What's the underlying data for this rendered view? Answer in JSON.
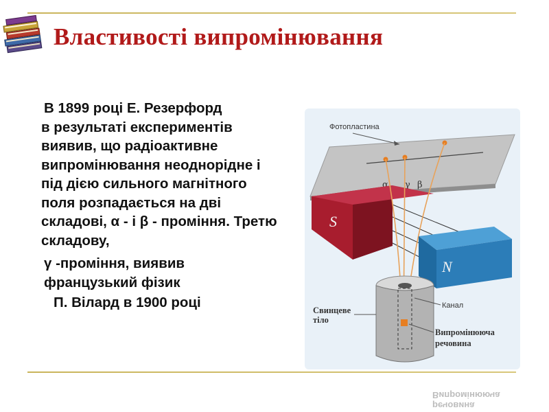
{
  "title": "Властивості випромінювання",
  "body": {
    "sentence_1_part_1": "В 1899 році Е. Резерфорд",
    "sentence_1_part_2": "в результаті експериментів виявив, що радіоактивне випромінювання неоднорідне і під дією сильного магнітного поля розпадається на дві складові, α - і β - проміння. Третю складову,",
    "sentence_2": "γ -проміння, виявив французький фізик",
    "sentence_3": "П. Вілард в 1900 році"
  },
  "figure": {
    "photoplate_label": "Фотопластина",
    "alpha": "α",
    "gamma": "γ",
    "beta": "β",
    "magnet_s": "S",
    "magnet_n": "N",
    "channel_label": "Канал",
    "lead_body_label_line1": "Свинцеве",
    "lead_body_label_line2": "тіло",
    "emitter_label_line1": "Випромінююча",
    "emitter_label_line2": "речовина"
  },
  "colors": {
    "title": "#b11a1a",
    "accent_rule": "#c9b45a",
    "magnet_s": "#a81d2e",
    "magnet_n": "#2c7db8",
    "figure_background": "#e9f1f8"
  }
}
